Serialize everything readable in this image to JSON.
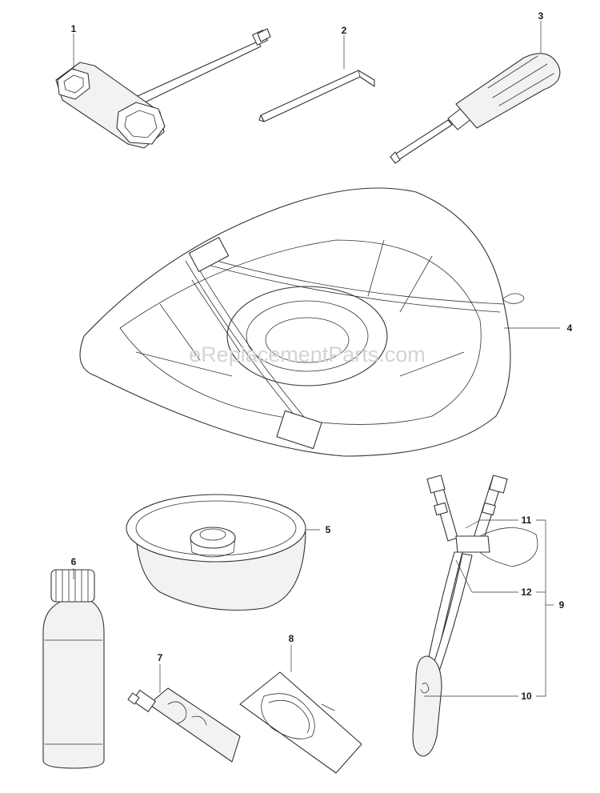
{
  "watermark": "eReplacementParts.com",
  "callouts": {
    "c1": "1",
    "c2": "2",
    "c3": "3",
    "c4": "4",
    "c5": "5",
    "c6": "6",
    "c7": "7",
    "c8": "8",
    "c9": "9",
    "c10": "10",
    "c11": "11",
    "c12": "12"
  },
  "colors": {
    "line": "#333333",
    "watermark": "#d4d4d4",
    "background": "#ffffff"
  }
}
